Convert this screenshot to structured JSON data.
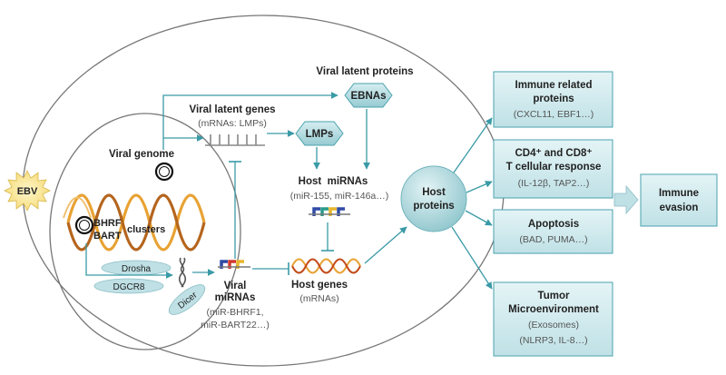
{
  "ebv": "EBV",
  "viral_latent_proteins": "Viral latent proteins",
  "ebnas": "EBNAs",
  "viral_latent_genes": "Viral latent genes",
  "mrnas_lmps": "(mRNAs: LMPs)",
  "lmps": "LMPs",
  "viral_genome": "Viral genome",
  "bhrf": "BHRF",
  "bart": "BART",
  "clusters": "clusters",
  "drosha": "Drosha",
  "dgcr8": "DGCR8",
  "dicer": "Dicer",
  "viral_mirnas_1": "Viral",
  "viral_mirnas_2": "miRNAs",
  "viral_mirnas_ex1": "(miR-BHRF1,",
  "viral_mirnas_ex2": "miR-BART22…)",
  "host_mirnas": "Host  miRNAs",
  "host_mirnas_ex": "(miR-155, miR-146a…)",
  "host_genes": "Host genes",
  "host_genes_sub": "(mRNAs)",
  "host_proteins_1": "Host",
  "host_proteins_2": "proteins",
  "box_immune_1": "Immune related",
  "box_immune_2": "proteins",
  "box_immune_3": "(CXCL11, EBF1…)",
  "box_cd_1": "CD4⁺ and CD8⁺",
  "box_cd_2": "T cellular response",
  "box_cd_3": "(IL-12β, TAP2…)",
  "box_apop_1": "Apoptosis",
  "box_apop_2": "(BAD, PUMA…)",
  "box_tumor_1": "Tumor",
  "box_tumor_2": "Microenvironment",
  "box_tumor_3": "(Exosomes)",
  "box_tumor_4": "(NLRP3, IL-8…)",
  "immune_evasion_1": "Immune",
  "immune_evasion_2": "evasion",
  "colors": {
    "arrow": "#3a9aa6",
    "box_fill": "#cfe9ec",
    "box_stroke": "#4aa2ad",
    "helix_orange": "#e8a233",
    "helix_brown": "#b5651d"
  }
}
